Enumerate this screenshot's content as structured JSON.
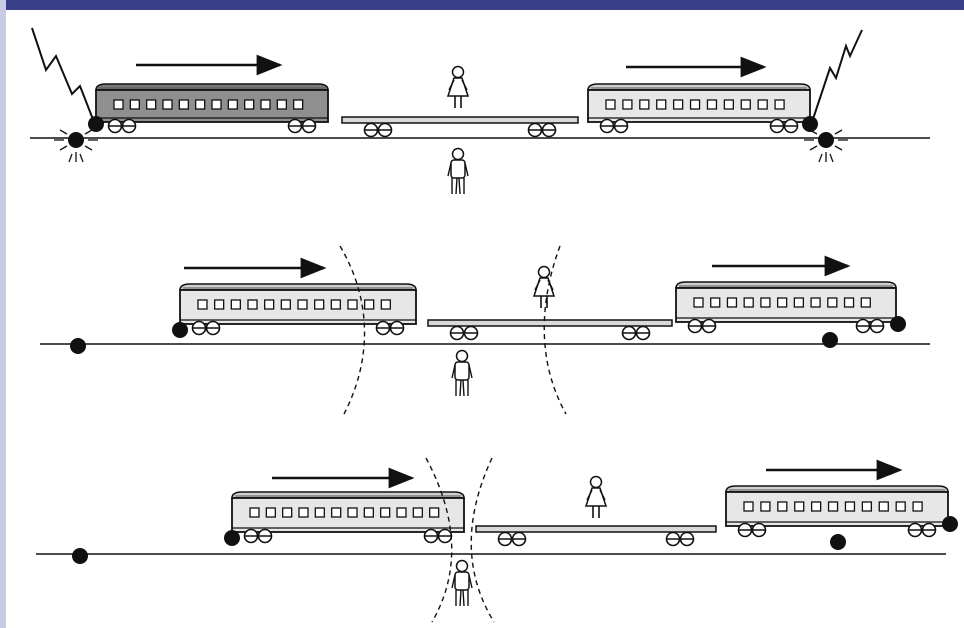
{
  "figure": {
    "description_text": "",
    "colors": {
      "frame_top": "#3a3f8a",
      "frame_left": "#c9cbe3",
      "ink": "#111111",
      "car_dark": "#8f8f8f",
      "car_light": "#e7e7e7",
      "car_light_roof": "#cfcfcf",
      "flatcar": "#d9d9d9",
      "background": "#ffffff"
    },
    "icons": {
      "observer": "person-icon",
      "lightning": "lightning-bolt-icon",
      "event": "flash-point-icon",
      "motion": "arrow-right-icon"
    },
    "panels": [
      {
        "id": "panel-1",
        "stage": "lightning-strikes-both-ends",
        "arrows": 2,
        "observers": 2,
        "wavefronts": 0
      },
      {
        "id": "panel-2",
        "stage": "light-reaches-train-observer",
        "arrows": 2,
        "observers": 2,
        "wavefronts": 2
      },
      {
        "id": "panel-3",
        "stage": "light-reaches-ground-observer",
        "arrows": 2,
        "observers": 2,
        "wavefronts": 2
      }
    ]
  }
}
